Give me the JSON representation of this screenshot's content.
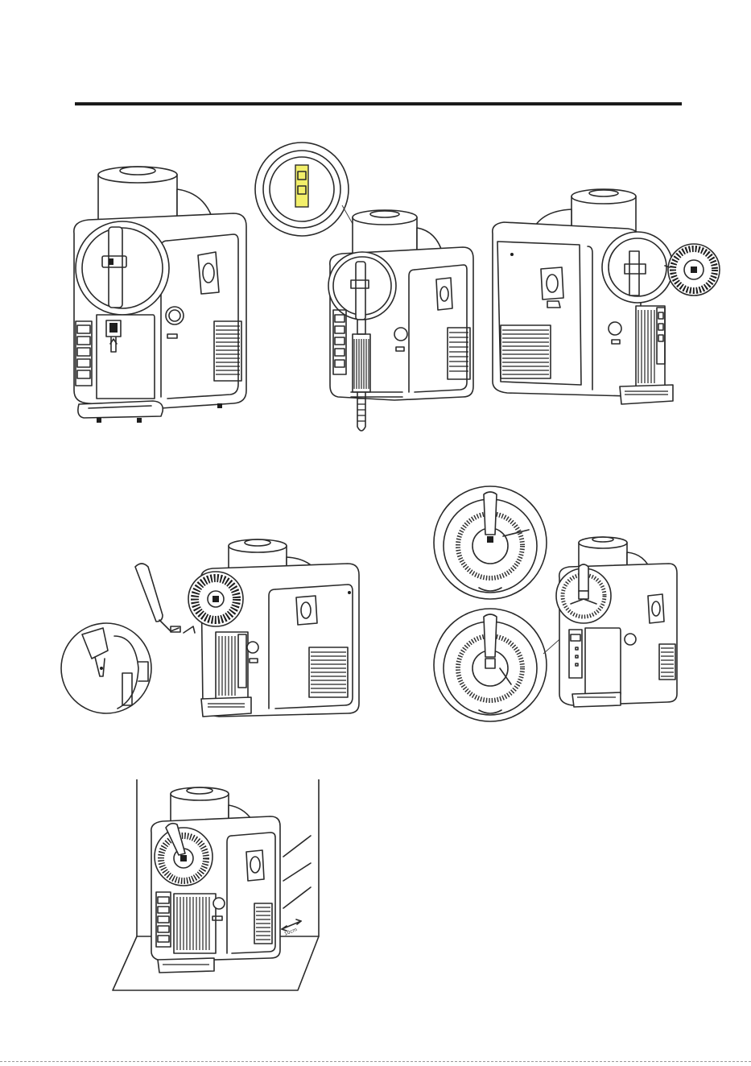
{
  "page": {
    "title": "",
    "clearance_label": "10cm"
  },
  "colors": {
    "ink": "#2a2a2a",
    "highlight": "#f2ef6a",
    "background": "#ffffff"
  },
  "figures": [
    {
      "id": "fig-front-view",
      "icon": "slush-machine-front"
    },
    {
      "id": "fig-level-check",
      "icon": "slush-machine-level-tool"
    },
    {
      "id": "fig-rear-auger",
      "icon": "slush-machine-auger-removed"
    },
    {
      "id": "fig-handle-removal",
      "icon": "slush-machine-handle"
    },
    {
      "id": "fig-auger-detail",
      "icon": "slush-machine-auger-detail"
    },
    {
      "id": "fig-placement",
      "icon": "slush-machine-placement"
    }
  ]
}
